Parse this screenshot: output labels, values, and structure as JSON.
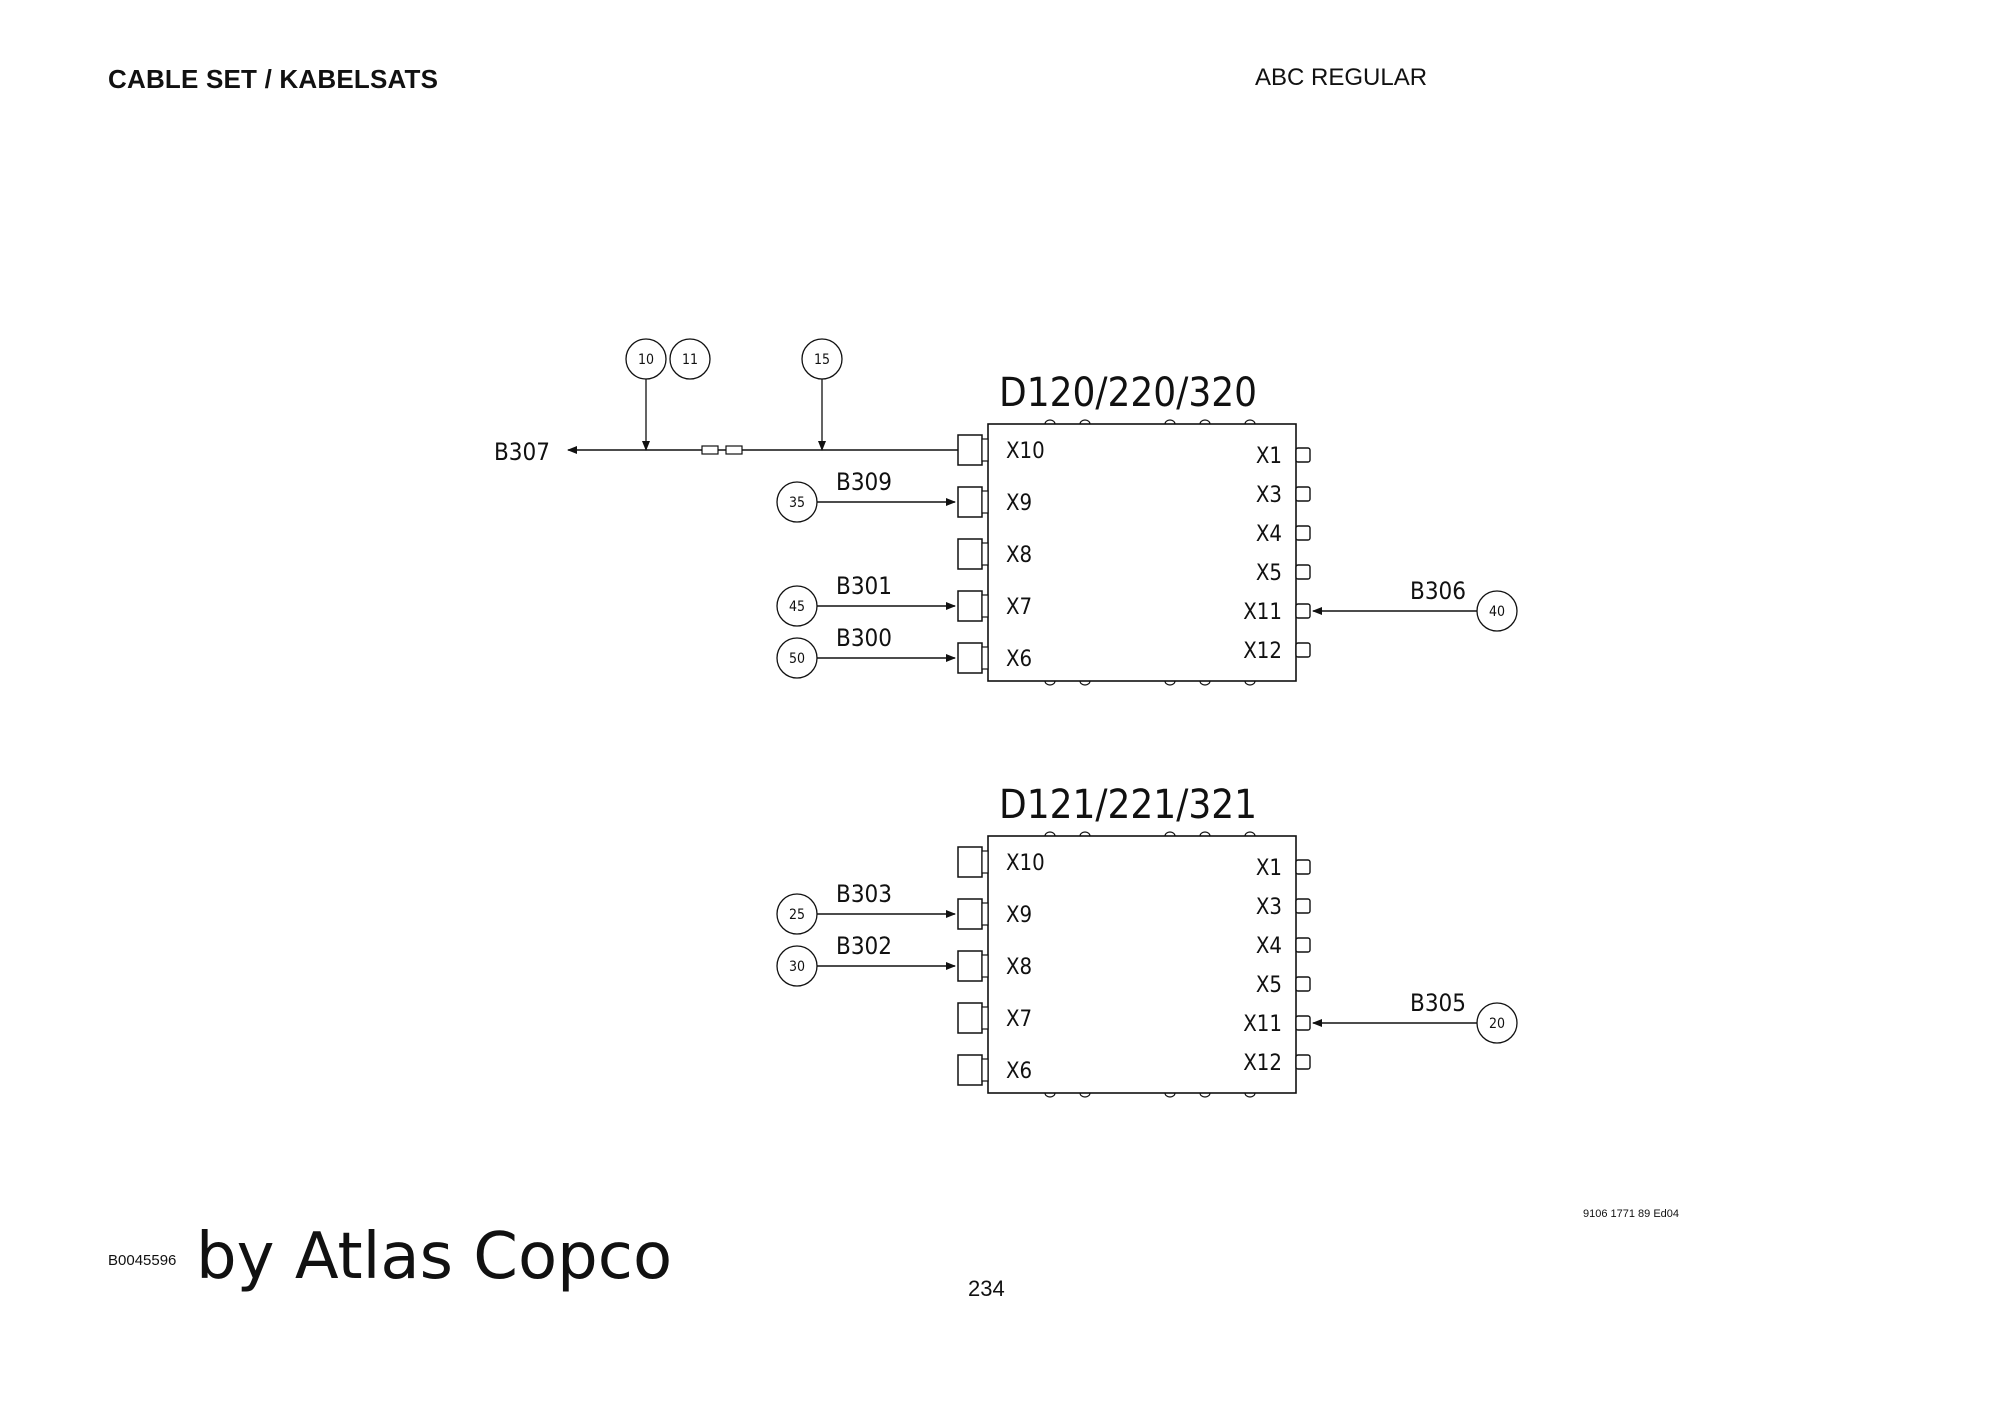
{
  "header": {
    "left": "CABLE SET / KABELSATS",
    "right": "ABC REGULAR"
  },
  "footer": {
    "doc_number": "9106 1771 89 Ed04",
    "figure_code": "B0045596",
    "brand": "by Atlas Copco",
    "page": "234"
  },
  "diagram": {
    "modules": [
      {
        "title": "D120/220/320",
        "left_ports": [
          "X10",
          "X9",
          "X8",
          "X7",
          "X6"
        ],
        "right_ports": [
          "X1",
          "X3",
          "X4",
          "X5",
          "X11",
          "X12"
        ],
        "cables": [
          {
            "label": "B307",
            "port": "X10",
            "direction": "outgoing",
            "callouts": [
              "10",
              "11",
              "15"
            ]
          },
          {
            "label": "B309",
            "port": "X9",
            "direction": "incoming",
            "callouts": [
              "35"
            ]
          },
          {
            "label": "B301",
            "port": "X7",
            "direction": "incoming",
            "callouts": [
              "45"
            ]
          },
          {
            "label": "B300",
            "port": "X6",
            "direction": "incoming",
            "callouts": [
              "50"
            ]
          },
          {
            "label": "B306",
            "port": "X11",
            "direction": "incoming",
            "callouts": [
              "40"
            ]
          }
        ]
      },
      {
        "title": "D121/221/321",
        "left_ports": [
          "X10",
          "X9",
          "X8",
          "X7",
          "X6"
        ],
        "right_ports": [
          "X1",
          "X3",
          "X4",
          "X5",
          "X11",
          "X12"
        ],
        "cables": [
          {
            "label": "B303",
            "port": "X9",
            "direction": "incoming",
            "callouts": [
              "25"
            ]
          },
          {
            "label": "B302",
            "port": "X8",
            "direction": "incoming",
            "callouts": [
              "30"
            ]
          },
          {
            "label": "B305",
            "port": "X11",
            "direction": "incoming",
            "callouts": [
              "20"
            ]
          }
        ]
      }
    ]
  }
}
